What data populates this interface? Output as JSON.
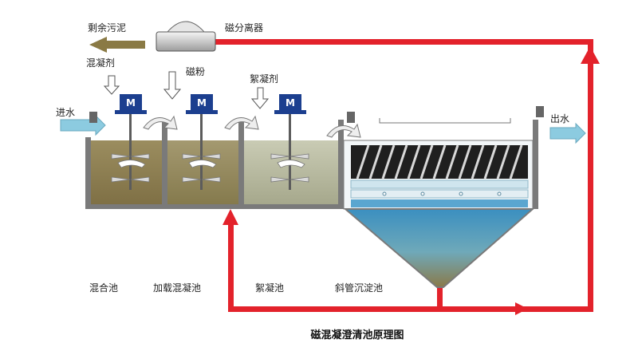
{
  "labels": {
    "surplus_sludge": "剩余污泥",
    "magnetic_separator": "磁分离器",
    "coagulant": "混凝剂",
    "magnetic_powder": "磁粉",
    "flocculant": "絮凝剂",
    "water_in": "进水",
    "water_out": "出水",
    "mixing_tank": "混合池",
    "loaded_coag_tank": "加载混凝池",
    "floc_tank": "絮凝池",
    "sed_tank": "斜管沉淀池"
  },
  "motor_label": "M",
  "caption": "磁混凝澄清池原理图",
  "colors": {
    "pipe_red": "#e3222b",
    "motor_blue": "#1c3f8f",
    "tank1": "#8a7b4c",
    "tank2": "#908556",
    "tank3": "#b7b99e",
    "cone_top": "#3b8fc0",
    "cone_bottom": "#8a7a49",
    "water_arrow": "#8ccbe0"
  },
  "icons": [
    "magnetic-separator-icon",
    "motor-icon",
    "stirrer-icon",
    "arrow-icon"
  ]
}
